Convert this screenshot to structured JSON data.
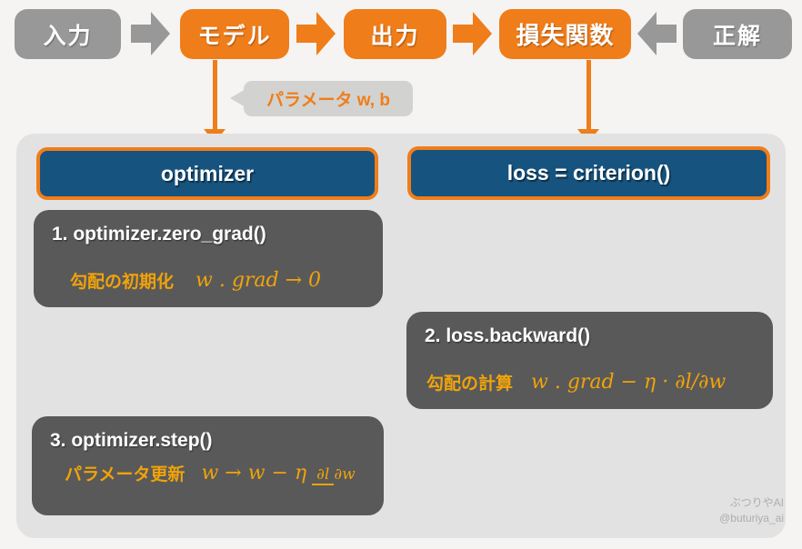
{
  "colors": {
    "orange": "#EF7D1A",
    "gray": "#989898",
    "navy": "#16537E",
    "box_gray": "#595959",
    "panel_bg": "#E2E2E2",
    "page_bg": "#F5F4F2",
    "bubble_bg": "#D2D2D0",
    "amber": "#F0A30A",
    "watermark": "#ADADAB"
  },
  "flow": {
    "nodes": [
      {
        "label": "入力",
        "variant": "gray"
      },
      {
        "label": "モデル",
        "variant": "orange"
      },
      {
        "label": "出力",
        "variant": "orange"
      },
      {
        "label": "損失関数",
        "variant": "orange"
      },
      {
        "label": "正解",
        "variant": "gray"
      }
    ],
    "arrows": [
      {
        "icon": "block-arrow-right-icon",
        "color": "gray"
      },
      {
        "icon": "block-arrow-right-icon",
        "color": "orange"
      },
      {
        "icon": "block-arrow-right-icon",
        "color": "orange"
      },
      {
        "icon": "block-arrow-left-icon",
        "color": "gray"
      }
    ],
    "down_arrows": [
      {
        "icon": "down-arrow-icon",
        "from": "モデル",
        "to": "optimizer"
      },
      {
        "icon": "down-arrow-icon",
        "from": "損失関数",
        "to": "loss = criterion()"
      }
    ]
  },
  "bubble": {
    "text": "パラメータ w, b"
  },
  "panel": {
    "headers": [
      {
        "label": "optimizer"
      },
      {
        "label": "loss = criterion()"
      }
    ]
  },
  "steps": [
    {
      "title": "1. optimizer.zero_grad()",
      "label": "勾配の初期化",
      "formula": "w . grad → 0"
    },
    {
      "title": "2. loss.backward()",
      "label": "勾配の計算",
      "formula": "w . grad − η · ∂l/∂w"
    },
    {
      "title": "3. optimizer.step()",
      "label": "パラメータ更新",
      "formula_prefix": "w → w − η",
      "frac_num": "∂l",
      "frac_den": "∂w"
    }
  ],
  "watermark": {
    "line1": "ぶつりやAI",
    "line2": "@buturiya_ai"
  }
}
